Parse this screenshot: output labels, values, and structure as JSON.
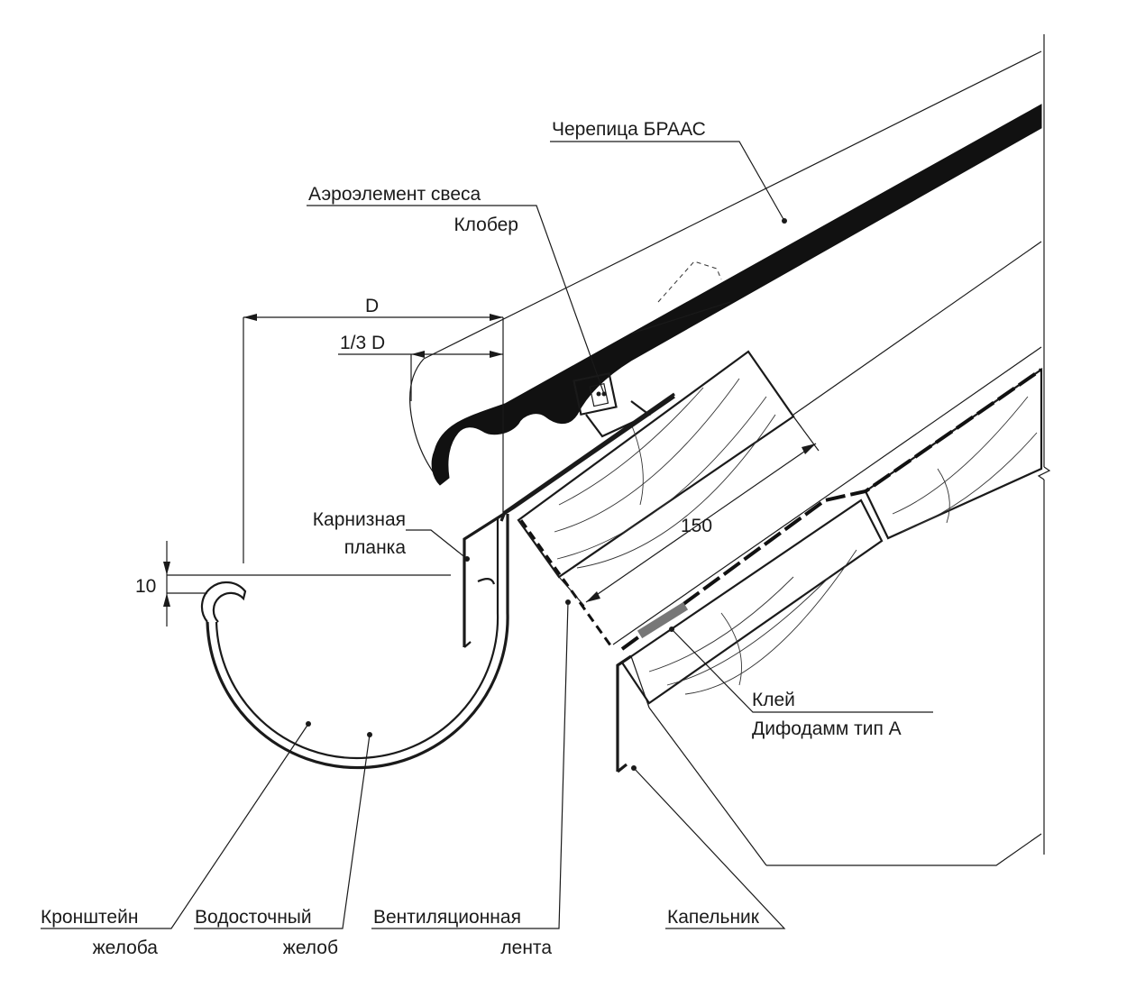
{
  "labels": {
    "tile": "Черепица БРААС",
    "aero_line1": "Аэроэлемент свеса",
    "aero_line2": "Клобер",
    "eaves_line1": "Карнизная",
    "eaves_line2": "планка",
    "glue_line1": "Клей",
    "glue_line2": "Дифодамм тип А",
    "bracket_line1": "Кронштейн",
    "bracket_line2": "желоба",
    "gutter_line1": "Водосточный",
    "gutter_line2": "желоб",
    "vent_line1": "Вентиляционная",
    "vent_line2": "лента",
    "drip": "Капельник"
  },
  "dimensions": {
    "d": "D",
    "third_d": "1/3 D",
    "batten": "150",
    "offset": "10"
  },
  "colors": {
    "ink": "#1a1a1a",
    "tile_fill": "#111111"
  }
}
